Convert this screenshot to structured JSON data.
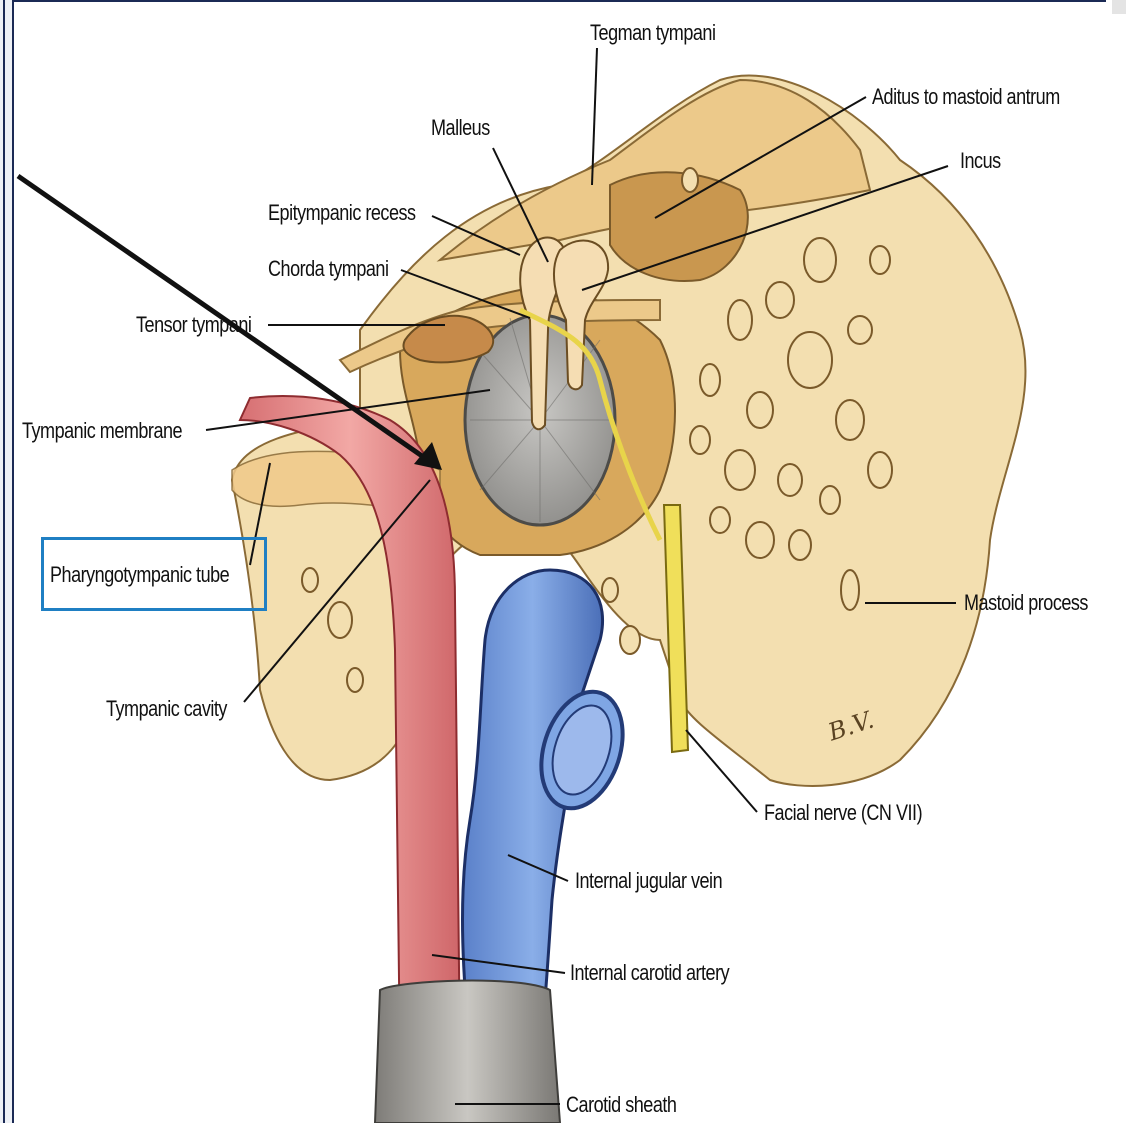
{
  "labels": {
    "tegman_tympani": "Tegman tympani",
    "aditus": "Aditus to mastoid antrum",
    "malleus": "Malleus",
    "incus": "Incus",
    "epitympanic_recess": "Epitympanic recess",
    "chorda_tympani": "Chorda tympani",
    "tensor_tympani": "Tensor tympani",
    "tympanic_membrane": "Tympanic membrane",
    "pharyngotympanic_tube": "Pharyngotympanic tube",
    "tympanic_cavity": "Tympanic cavity",
    "mastoid_process": "Mastoid process",
    "facial_nerve": "Facial nerve (CN VII)",
    "internal_jugular_vein": "Internal jugular vein",
    "internal_carotid_artery": "Internal carotid artery",
    "carotid_sheath": "Carotid sheath"
  },
  "signature": "B.V.",
  "colors": {
    "bone": "#f3dfb0",
    "bone_dark": "#e2b872",
    "cavity": "#c9974f",
    "artery": "#e58a8a",
    "vein": "#6f95d8",
    "nerve": "#f0df5a",
    "membrane": "#a7a6a3",
    "sheath": "#9c9a96",
    "highlight_box": "#1f7fc3",
    "pointer_arrow": "#111111"
  }
}
